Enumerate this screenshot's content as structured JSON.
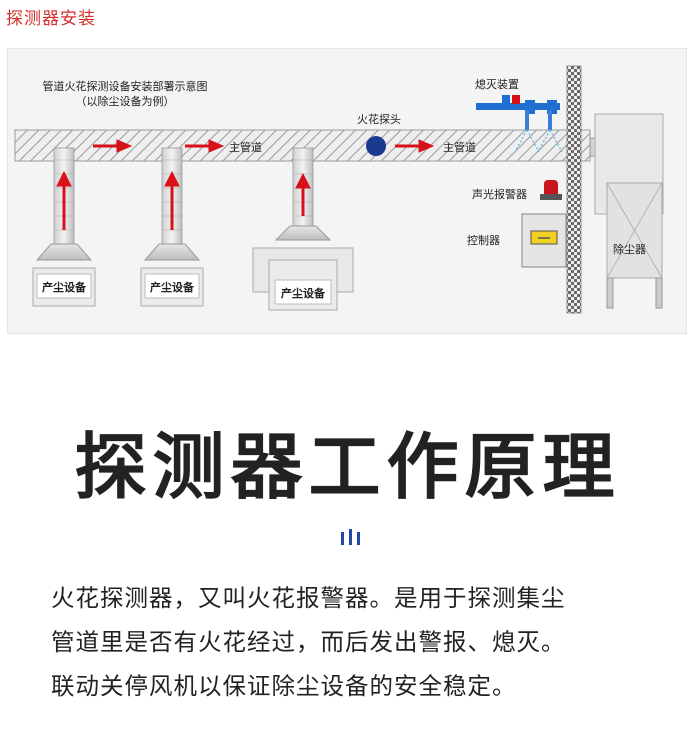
{
  "header": {
    "section_label": "探测器安装"
  },
  "diagram": {
    "title_line1": "管道火花探测设备安装部署示意图",
    "title_line2": "（以除尘设备为例）",
    "main_pipe_label_1": "主管道",
    "main_pipe_label_2": "主管道",
    "spark_probe_label": "火花探头",
    "extinguish_label": "熄灭装置",
    "alarm_label": "声光报警器",
    "controller_label": "控制器",
    "dust_collector_label": "除尘器",
    "dust_source_labels": [
      "产尘设备",
      "产尘设备",
      "产尘设备"
    ]
  },
  "main": {
    "heading": "探测器工作原理",
    "paragraph_lines": [
      "火花探测器，又叫火花报警器。是用于探测集尘",
      "管道里是否有火花经过，而后发出警报、熄灭。",
      "联动关停风机以保证除尘设备的安全稳定。"
    ]
  },
  "colors": {
    "accent_red": "#d4302a",
    "probe_blue": "#1a3a8f",
    "arrow_red": "#d8101a",
    "divider_blue": "#1f4aa8"
  }
}
